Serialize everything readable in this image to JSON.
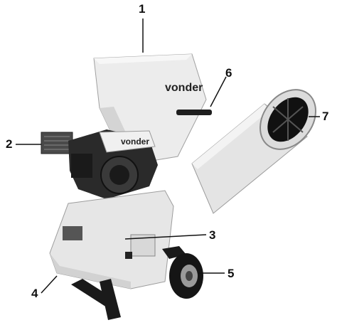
{
  "figure": {
    "callouts": [
      "1",
      "2",
      "3",
      "4",
      "5",
      "6",
      "7"
    ],
    "brand_labels": [
      "vonder",
      "vonder"
    ]
  },
  "colors": {
    "body": "#e9e9e9",
    "body_shade": "#cfcfcf",
    "engine": "#1e1e1e",
    "engine_mid": "#3a3a3a",
    "tire": "#151515",
    "hub": "#9a9a9a",
    "line": "#111111"
  }
}
